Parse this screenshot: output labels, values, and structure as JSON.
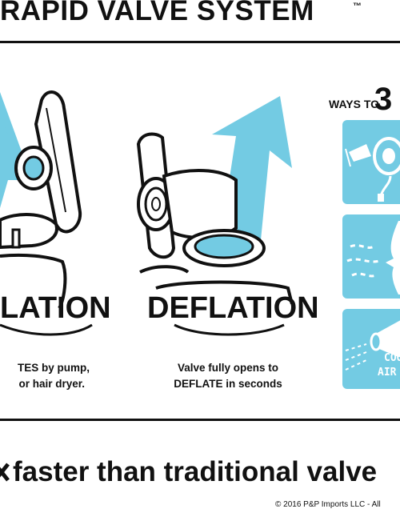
{
  "header": {
    "title": "RAPID VALVE SYSTEM",
    "trademark": "™"
  },
  "sidebar": {
    "count": "3",
    "label": "WAYS TO",
    "tiles": [
      {
        "icon": "electric-pump-icon"
      },
      {
        "icon": "mouth-blowing-icon"
      },
      {
        "icon": "hair-dryer-icon",
        "text_line1": "COOL",
        "text_line2": "AIR ONLY"
      }
    ]
  },
  "inflation": {
    "heading": "LATION",
    "caption_line1": "TES by pump,",
    "caption_line2": "or hair dryer."
  },
  "deflation": {
    "heading": "DEFLATION",
    "caption_line1": "Valve fully opens to",
    "caption_line2": "DEFLATE in seconds"
  },
  "footer": {
    "tagline": "faster than traditional valve",
    "copyright": "© 2016 P&P Imports LLC - All"
  },
  "colors": {
    "accent": "#73cbe3",
    "ink": "#111111"
  }
}
